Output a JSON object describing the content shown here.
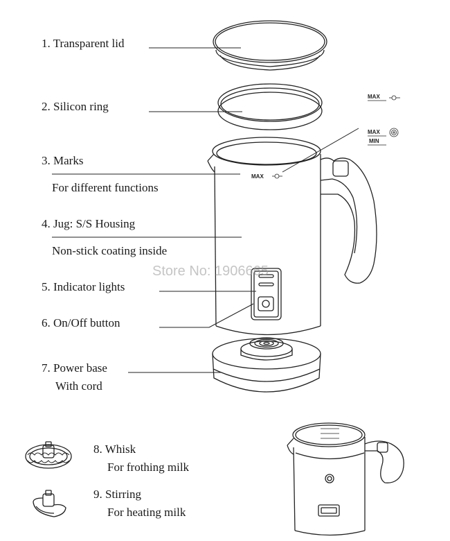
{
  "labels": {
    "lid": "1. Transparent lid",
    "ring": "2. Silicon ring",
    "marks": "3. Marks",
    "marks_sub": "For different functions",
    "jug": "4. Jug: S/S Housing",
    "jug_sub": "Non-stick coating inside",
    "indicator": "5. Indicator lights",
    "onoff": "6. On/Off button",
    "base": "7. Power base",
    "base_sub": "With cord",
    "whisk": "8. Whisk",
    "whisk_sub": "For frothing milk",
    "stirring": "9. Stirring",
    "stirring_sub": "For heating milk"
  },
  "marks": {
    "max": "MAX",
    "min": "MIN"
  },
  "watermark": "Store No: 1906665",
  "colors": {
    "line": "#222222",
    "light_fill": "#f2f2f2",
    "watermark": "#969696"
  }
}
